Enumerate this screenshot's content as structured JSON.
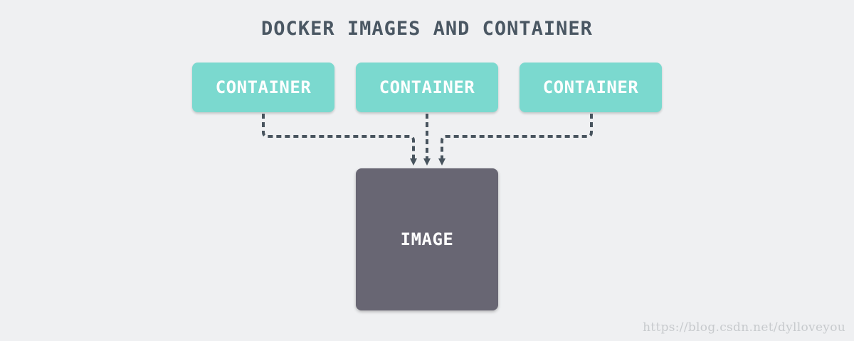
{
  "diagram": {
    "title": "DOCKER IMAGES AND CONTAINER",
    "containers": [
      {
        "label": "CONTAINER"
      },
      {
        "label": "CONTAINER"
      },
      {
        "label": "CONTAINER"
      }
    ],
    "image": {
      "label": "IMAGE"
    },
    "watermark": "https://blog.csdn.net/dylloveyou",
    "colors": {
      "background": "#eff0f2",
      "container": "#7bd9cf",
      "image": "#686673",
      "connector": "#48545e",
      "title": "#4a5763"
    }
  }
}
